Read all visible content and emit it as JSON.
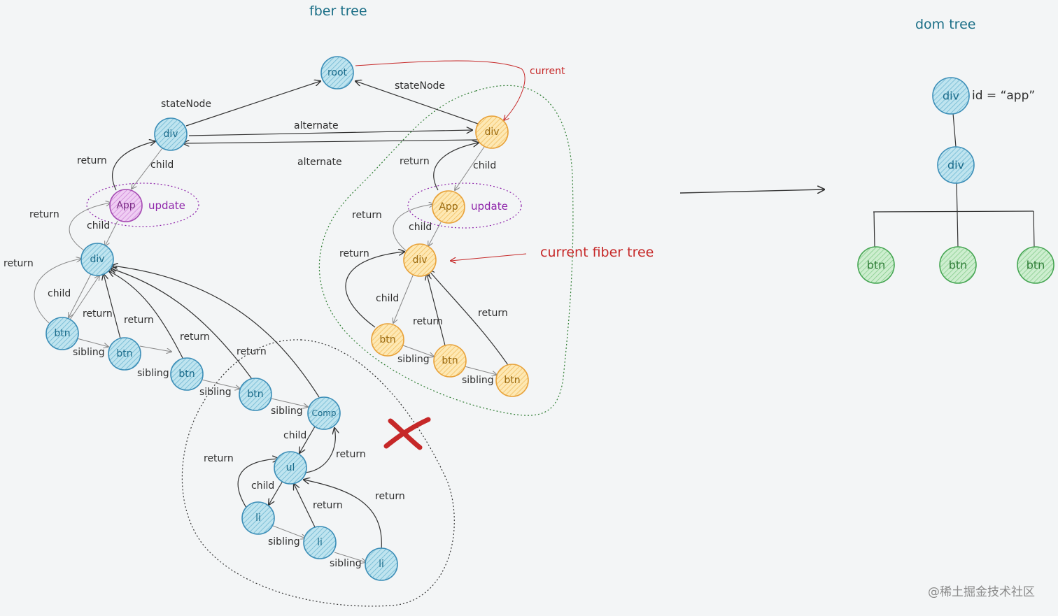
{
  "titles": {
    "fiber_tree": "fber tree",
    "dom_tree": "dom tree"
  },
  "colors": {
    "blue_fill": "#a9dcea",
    "blue_stroke": "#3d8fb8",
    "blue_text": "#1b6b8a",
    "orange_fill": "#fde3a0",
    "orange_stroke": "#e8a23a",
    "orange_text": "#9a6a10",
    "purple_fill": "#e7b9ee",
    "purple_stroke": "#a64cb3",
    "purple_text": "#7b2a86",
    "green_fill": "#b9e6bd",
    "green_stroke": "#46a653",
    "green_text": "#2f7d37",
    "red": "#c62828",
    "dotted_purple": "#8e24aa",
    "dotted_green": "#2e7d32",
    "dotted_dark": "#333333"
  },
  "nodes": {
    "root": "root",
    "div_old": "div",
    "app_old": "App",
    "div2_old": "div",
    "btn_old_1": "btn",
    "btn_old_2": "btn",
    "btn_old_3": "btn",
    "btn_old_4": "btn",
    "comp": "Comp",
    "ul": "ul",
    "li_1": "li",
    "li_2": "li",
    "li_3": "li",
    "div_cur": "div",
    "app_cur": "App",
    "div2_cur": "div",
    "btn_cur_1": "btn",
    "btn_cur_2": "btn",
    "btn_cur_3": "btn",
    "dom_div_app": "div",
    "dom_div": "div",
    "dom_btn_1": "btn",
    "dom_btn_2": "btn",
    "dom_btn_3": "btn"
  },
  "labels": {
    "state_node_left": "stateNode",
    "state_node_right": "stateNode",
    "alternate_top": "alternate",
    "alternate_bottom": "alternate",
    "current": "current",
    "current_fiber_tree": "current fiber tree",
    "update_left": "update",
    "update_right": "update",
    "dom_id": "id = “app”",
    "return_div_app_old": "return",
    "child_div_app_old": "child",
    "return_app_div2_old": "return",
    "child_app_div2_old": "child",
    "return_btn1_old": "return",
    "child_div2_btn1_old": "child",
    "return_btn1_inner_old": "return",
    "return_btn2_old": "return",
    "return_btn3_old": "return",
    "return_btn4_old": "return",
    "sibling_1_old": "sibling",
    "sibling_2_old": "sibling",
    "sibling_3_old": "sibling",
    "sibling_4_old": "sibling",
    "child_comp_ul": "child",
    "return_ul_comp": "return",
    "return_li1_ul": "return",
    "child_ul_li1": "child",
    "return_li2_ul": "return",
    "return_li3_ul": "return",
    "sibling_li_1": "sibling",
    "sibling_li_2": "sibling",
    "return_div_app_cur": "return",
    "child_div_app_cur": "child",
    "return_app_div2_cur": "return",
    "child_app_div2_cur": "child",
    "return_btn1_cur": "return",
    "child_div2_btn1_cur": "child",
    "return_btn2_cur": "return",
    "return_btn3_cur": "return",
    "sibling_1_cur": "sibling",
    "sibling_2_cur": "sibling"
  },
  "watermark": "@稀土掘金技术社区"
}
